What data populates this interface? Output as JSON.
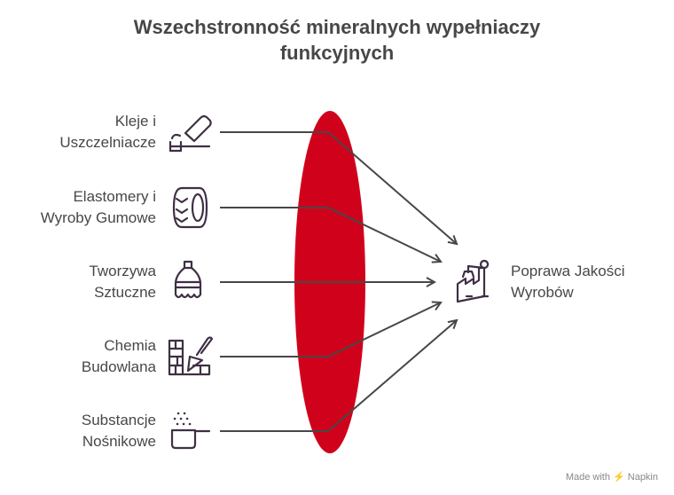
{
  "title_line1": "Wszechstronność mineralnych wypełniaczy",
  "title_line2": "funkcyjnych",
  "inputs": [
    {
      "line1": "Kleje i",
      "line2": "Uszczelniacze",
      "icon": "toothpaste-icon"
    },
    {
      "line1": "Elastomery i",
      "line2": "Wyroby Gumowe",
      "icon": "tire-icon"
    },
    {
      "line1": "Tworzywa",
      "line2": "Sztuczne",
      "icon": "plastic-bottle-icon"
    },
    {
      "line1": "Chemia",
      "line2": "Budowlana",
      "icon": "brick-trowel-icon"
    },
    {
      "line1": "Substancje",
      "line2": "Nośnikowe",
      "icon": "powder-scoop-icon"
    }
  ],
  "output": {
    "line1": "Poprawa Jakości",
    "line2": "Wyrobów",
    "icon": "factory-robot-icon"
  },
  "footer": "Made with ⚡ Napkin",
  "colors": {
    "lens": "#d0021b",
    "icon": "#3f2f44",
    "line": "#474747"
  }
}
